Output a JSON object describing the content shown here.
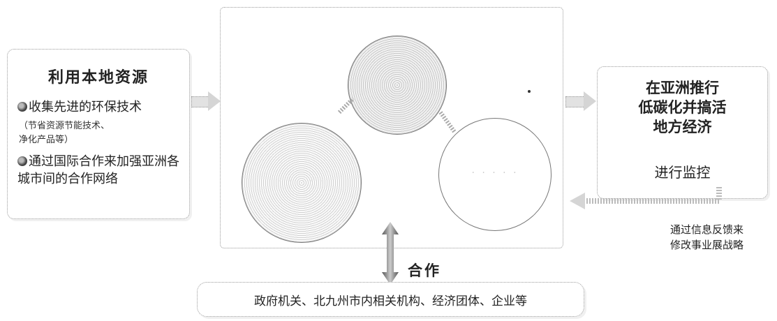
{
  "left": {
    "title": "利用本地资源",
    "bullet1": "收集先进的环保技术",
    "bullet1_note_line1": "（节省资源节能技术、",
    "bullet1_note_line2": "净化产品等）",
    "bullet2": "通过国际合作来加强亚洲各城市间的合作网络"
  },
  "right": {
    "title_line1": "在亚洲推行",
    "title_line2": "低碳化并搞活",
    "title_line3": "地方经济",
    "monitor": "进行监控"
  },
  "feedback": {
    "line1": "通过信息反馈来",
    "line2": "修改事业展战略"
  },
  "cooperation": {
    "label": "合作",
    "partners": "政府机关、北九州市内相关机构、经济团体、企业等"
  }
}
